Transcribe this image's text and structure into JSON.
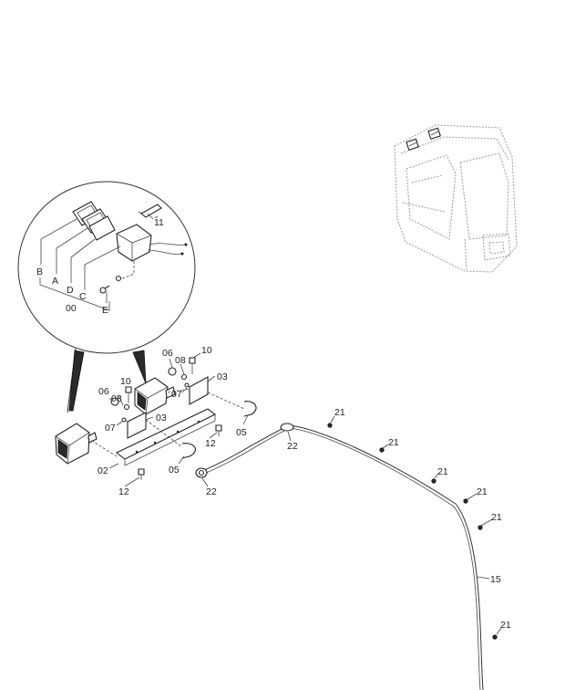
{
  "callouts": {
    "detail_letters": [
      "B",
      "A",
      "D",
      "C",
      "00",
      "E"
    ],
    "detail_11": "11",
    "p06_top": "06",
    "p08_top": "08",
    "p10_top": "10",
    "p03_top": "03",
    "p10_mid": "10",
    "p06_mid": "06",
    "p08_mid": "08",
    "p07_right": "07",
    "p07_left": "07",
    "p03_mid": "03",
    "p05_right": "05",
    "p12_right": "12",
    "p22_top": "22",
    "p02": "02",
    "p05_left": "05",
    "p12_left": "12",
    "p22_bottom": "22",
    "p21_a": "21",
    "p21_b": "21",
    "p21_c": "21",
    "p21_d": "21",
    "p21_e": "21",
    "p21_f": "21",
    "p15": "15"
  }
}
